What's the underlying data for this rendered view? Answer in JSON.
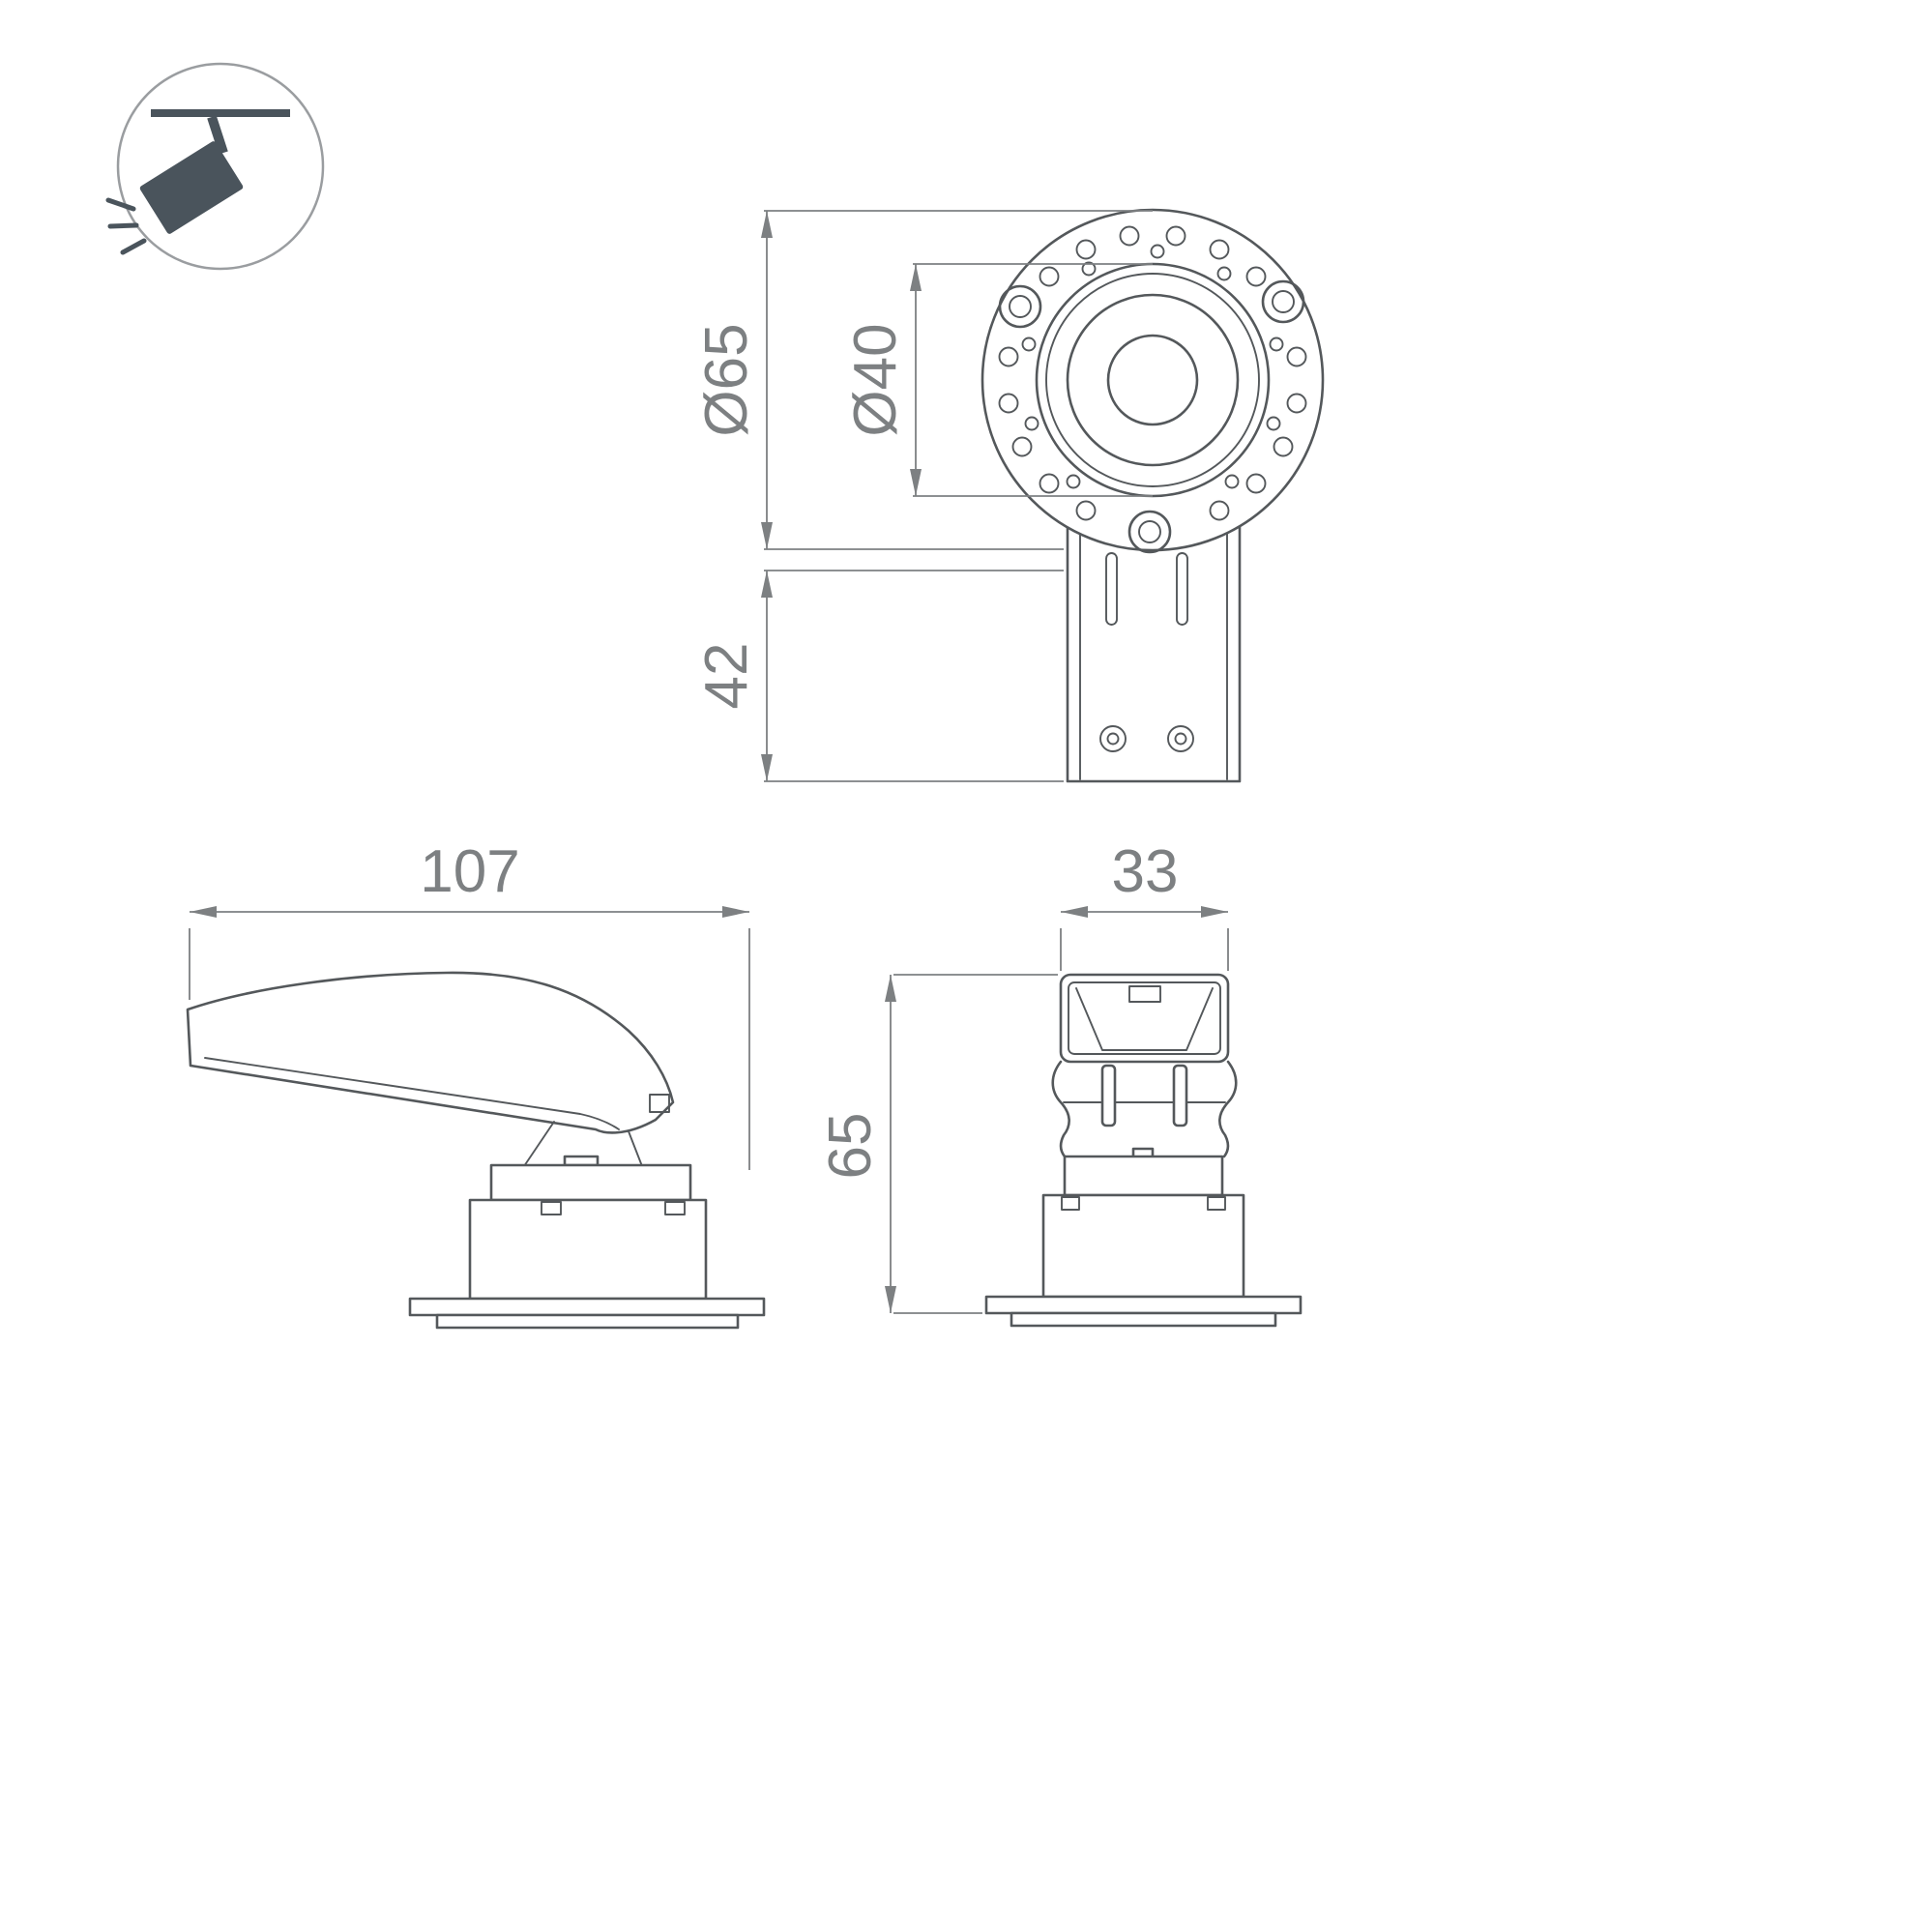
{
  "drawing": {
    "name": "recessed-spot-luminaire-dimension-drawing",
    "colors": {
      "background": "#ffffff",
      "outline": "#54585b",
      "dimension": "#7d8082",
      "icon": "#4a545c",
      "icon_circle": "#9a9da0"
    },
    "legend": {
      "icon": "track-spotlight-icon"
    },
    "views": {
      "front": {
        "outer_diameter": "Ø65",
        "inner_diameter": "Ø40",
        "bracket_height": "42"
      },
      "side": {
        "length": "107"
      },
      "end": {
        "width": "33",
        "height": "65"
      }
    }
  }
}
